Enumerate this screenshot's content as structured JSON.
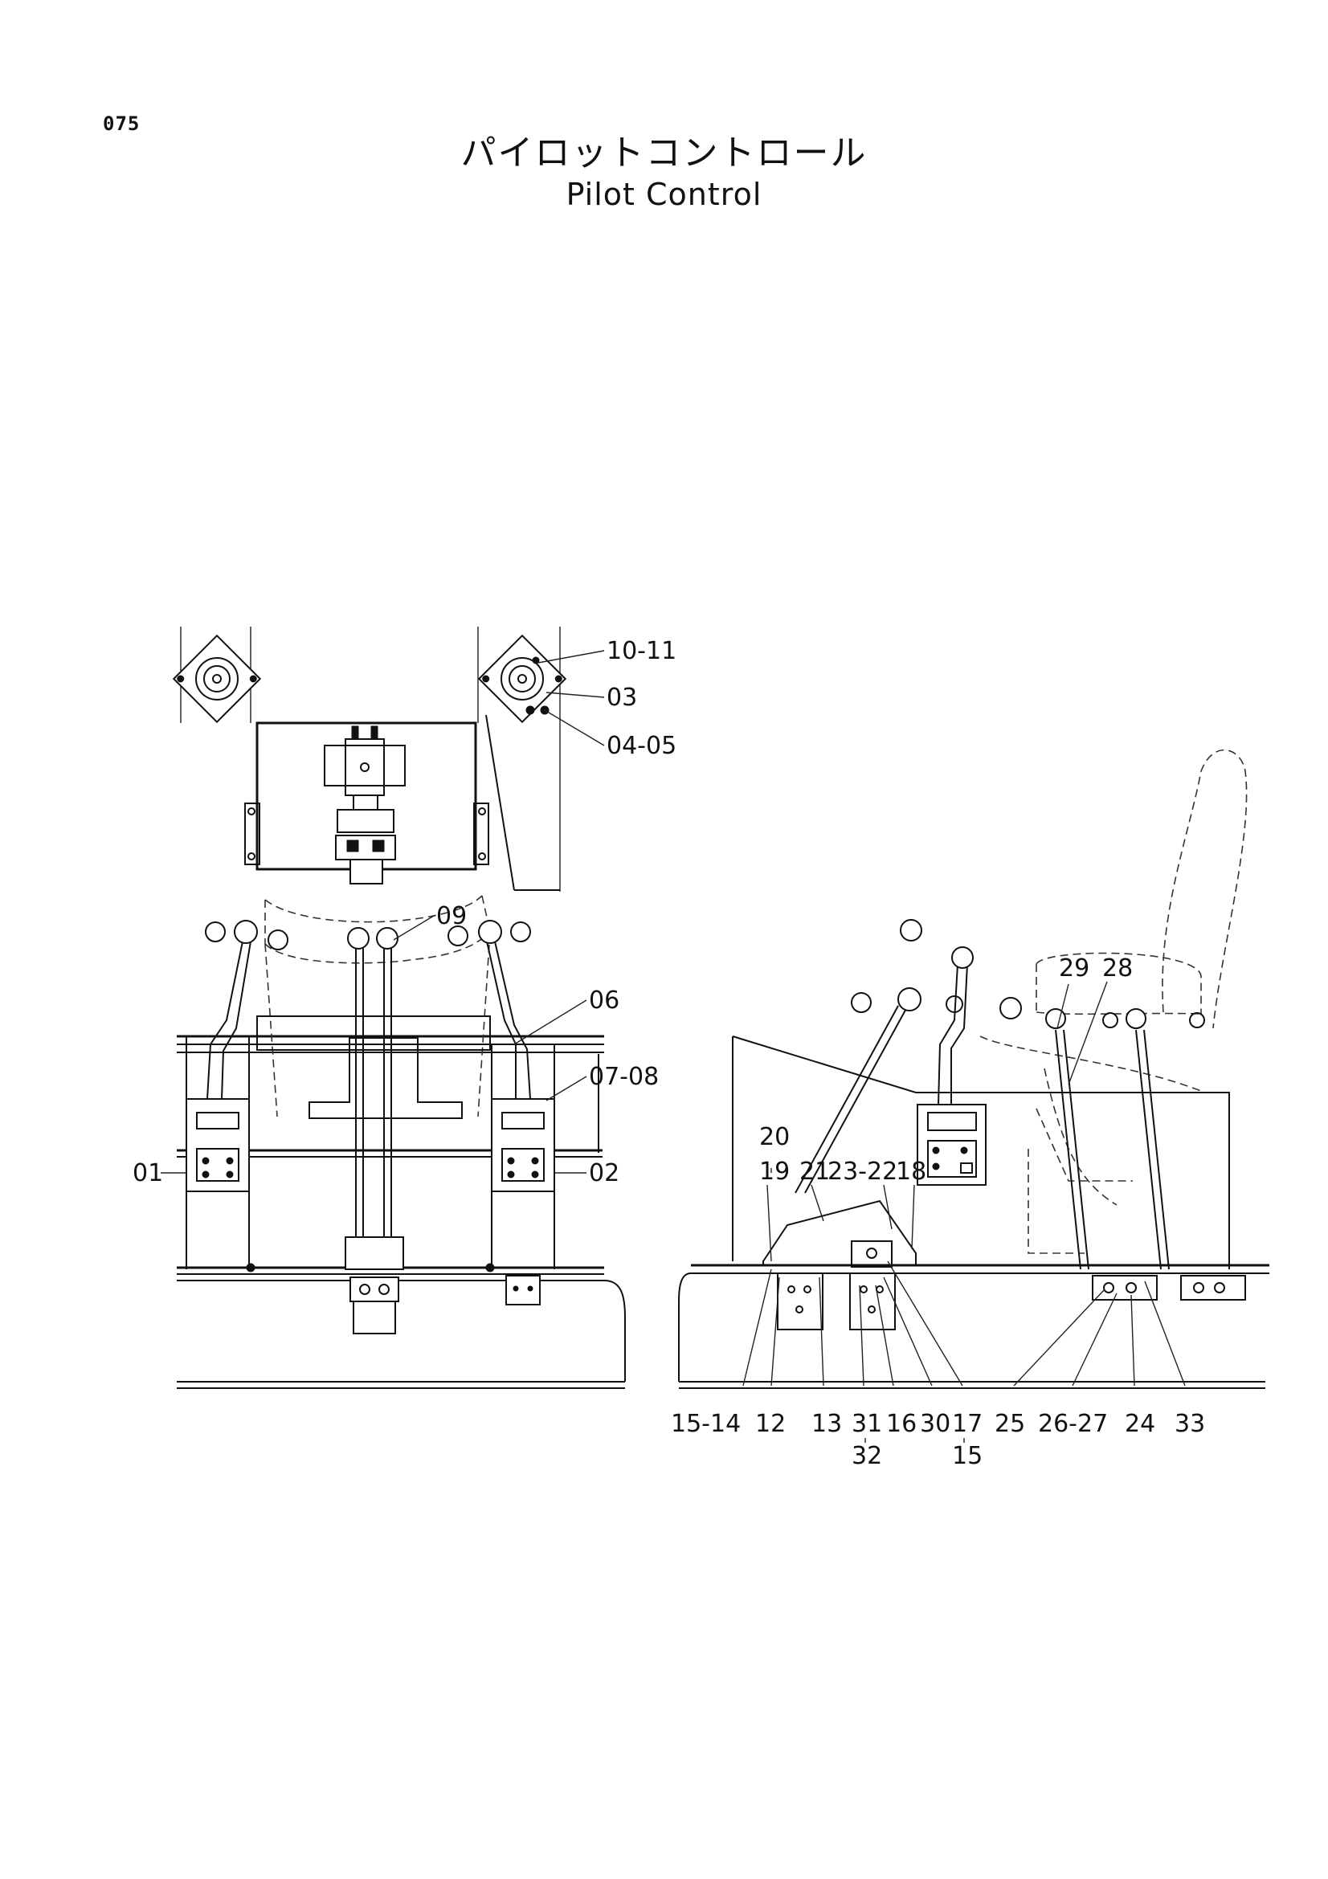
{
  "page_number": "075",
  "title_jp": "パイロットコントロール",
  "title_en": "Pilot Control",
  "callouts": {
    "p10_11": "10-11",
    "p03": "03",
    "p04_05": "04-05",
    "p09": "09",
    "p06": "06",
    "p07_08": "07-08",
    "p01": "01",
    "p02": "02",
    "p29": "29",
    "p28": "28",
    "p20": "20",
    "p19": "19",
    "p21": "21",
    "p23_22": "23-22",
    "p18": "18",
    "p15_14": "15-14",
    "p12": "12",
    "p13": "13",
    "p31": "31",
    "p32": "32",
    "p16": "16",
    "p30": "30",
    "p17": "17",
    "p15": "15",
    "p25": "25",
    "p26_27": "26-27",
    "p24": "24",
    "p33": "33"
  }
}
